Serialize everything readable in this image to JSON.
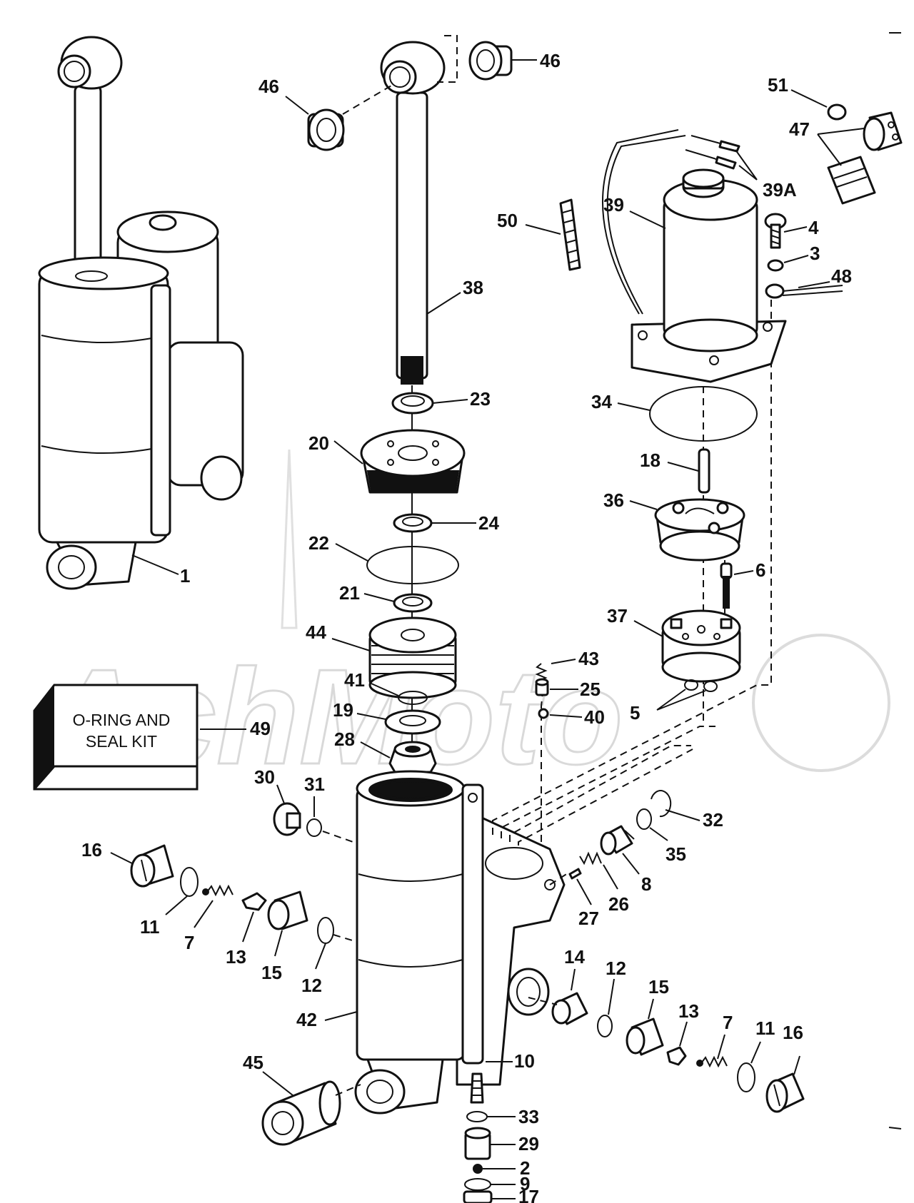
{
  "kit_label": "O-RING AND\nSEAL KIT",
  "callouts": {
    "c1": "1",
    "c2": "2",
    "c3": "3",
    "c4": "4",
    "c5": "5",
    "c6": "6",
    "c7a": "7",
    "c7b": "7",
    "c8": "8",
    "c9": "9",
    "c10": "10",
    "c11a": "11",
    "c11b": "11",
    "c12a": "12",
    "c12b": "12",
    "c13a": "13",
    "c13b": "13",
    "c14": "14",
    "c15a": "15",
    "c15b": "15",
    "c16a": "16",
    "c16b": "16",
    "c17": "17",
    "c18": "18",
    "c19": "19",
    "c20": "20",
    "c21": "21",
    "c22": "22",
    "c23": "23",
    "c24": "24",
    "c25": "25",
    "c26": "26",
    "c27": "27",
    "c28": "28",
    "c29": "29",
    "c30": "30",
    "c31": "31",
    "c32": "32",
    "c33": "33",
    "c34": "34",
    "c35": "35",
    "c36": "36",
    "c37": "37",
    "c38": "38",
    "c39": "39",
    "c39a": "39A",
    "c40": "40",
    "c41": "41",
    "c42": "42",
    "c43": "43",
    "c44": "44",
    "c45": "45",
    "c46a": "46",
    "c46b": "46",
    "c47": "47",
    "c48": "48",
    "c49": "49",
    "c50": "50",
    "c51": "51"
  }
}
